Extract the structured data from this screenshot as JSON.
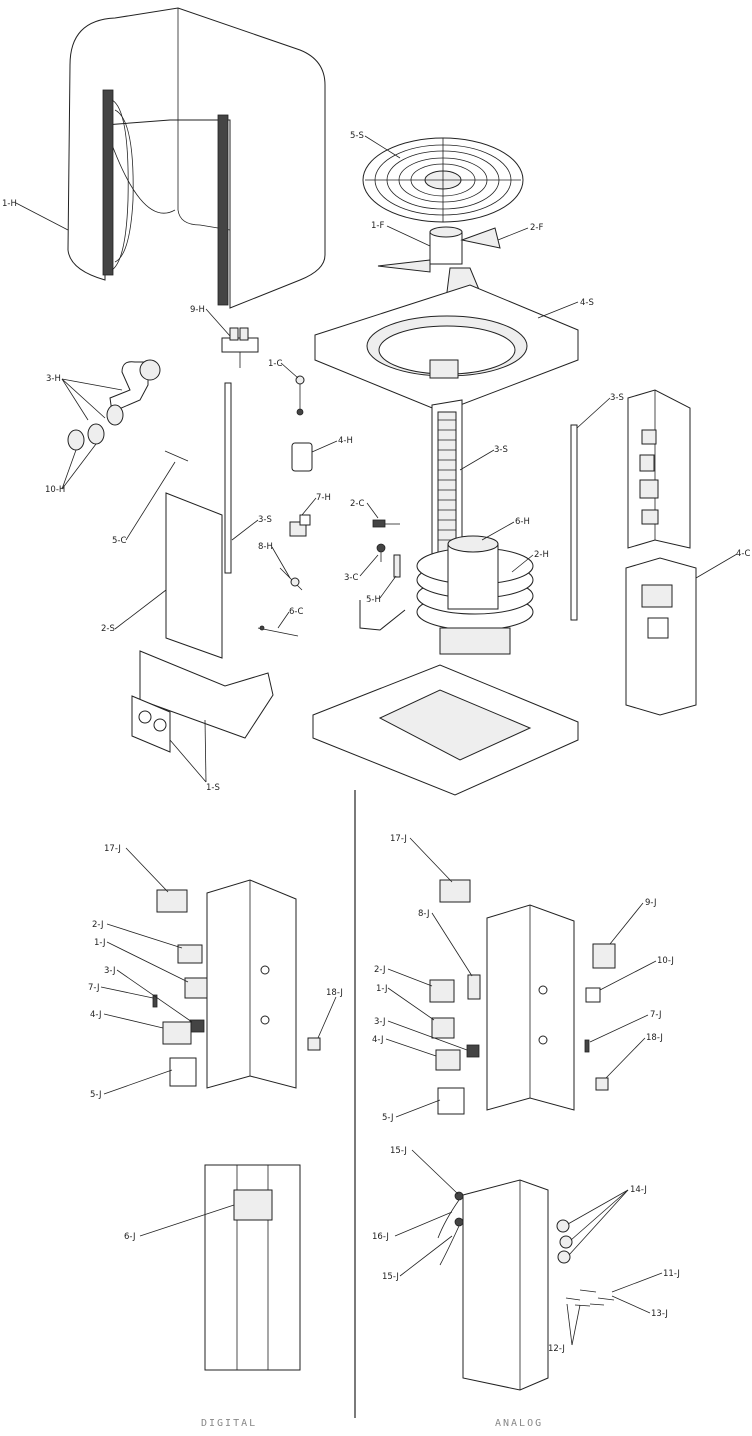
{
  "labels": {
    "l1H": "1-H",
    "l5S": "5-S",
    "l1F": "1-F",
    "l2F": "2-F",
    "l4S": "4-S",
    "l9H": "9-H",
    "l3H": "3-H",
    "l10H": "10-H",
    "l1C": "1-C",
    "l4H": "4-H",
    "l3S_mid": "3-S",
    "l3S_right": "3-S",
    "l3S_left": "3-S",
    "l7H": "7-H",
    "l2C": "2-C",
    "l6H": "6-H",
    "l2H": "2-H",
    "l5C": "5-C",
    "l8H": "8-H",
    "l3C": "3-C",
    "l5H": "5-H",
    "l4C": "4-C",
    "l2S": "2-S",
    "l6C": "6-C",
    "l1S": "1-S",
    "d17J": "17-J",
    "d2J": "2-J",
    "d1J": "1-J",
    "d3J": "3-J",
    "d7J": "7-J",
    "d4J": "4-J",
    "d5J": "5-J",
    "d18J": "18-J",
    "d6J": "6-J",
    "a17J": "17-J",
    "a8J": "8-J",
    "a9J": "9-J",
    "a10J": "10-J",
    "a2J": "2-J",
    "a1J": "1-J",
    "a3J": "3-J",
    "a4J": "4-J",
    "a7J": "7-J",
    "a18J": "18-J",
    "a5J": "5-J",
    "a15Ja": "15-J",
    "a16J": "16-J",
    "a15Jb": "15-J",
    "a14J": "14-J",
    "a11J": "11-J",
    "a13J": "13-J",
    "a12J": "12-J"
  },
  "captions": {
    "digital": "DIGITAL",
    "analog": "ANALOG"
  }
}
